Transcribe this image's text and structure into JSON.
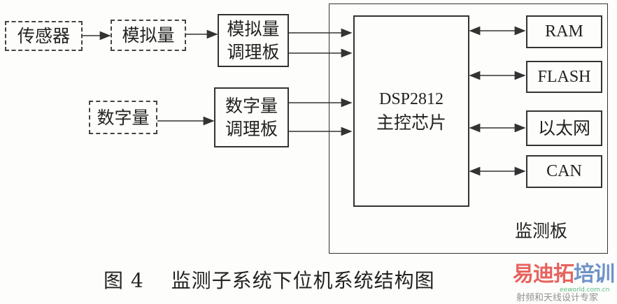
{
  "inputs": {
    "sensor": "传感器",
    "analog": "模拟量",
    "digital": "数字量"
  },
  "conditioning": {
    "analog_board": [
      "模拟量",
      "调理板"
    ],
    "digital_board": [
      "数字量",
      "调理板"
    ]
  },
  "chip": [
    "DSP2812",
    "主控芯片"
  ],
  "peripherals": [
    "RAM",
    "FLASH",
    "以太网",
    "CAN"
  ],
  "board_label": "监测板",
  "caption": "图 4　 监测子系统下位机系统结构图",
  "watermark": {
    "brand_red": "易迪拓",
    "brand_blue": "培训",
    "slogan": "射频和天线设计专家",
    "site": "eeworld.com.cn"
  }
}
